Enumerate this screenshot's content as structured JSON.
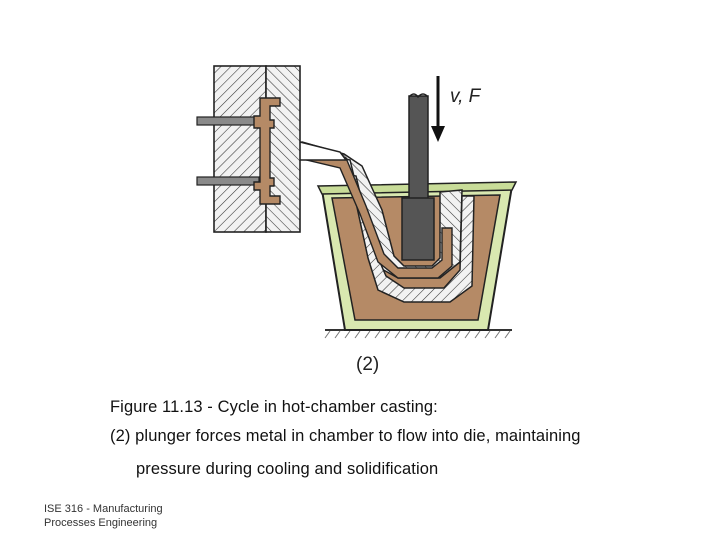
{
  "figure": {
    "force_label": "v, F",
    "panel_label": "(2)",
    "colors": {
      "die_fill": "#e8e8e8",
      "metal": "#b58a66",
      "pot_liner": "#d9e8b0",
      "plunger": "#555555",
      "outline": "#222222"
    }
  },
  "caption": {
    "line1": "Figure 11.13 ‑ Cycle in hot‑chamber casting:",
    "line2": "(2) plunger forces metal in chamber to flow into die, maintaining",
    "line3": "pressure during cooling and solidification"
  },
  "footer": {
    "line1": "ISE 316 ‑ Manufacturing",
    "line2": "Processes Engineering"
  }
}
